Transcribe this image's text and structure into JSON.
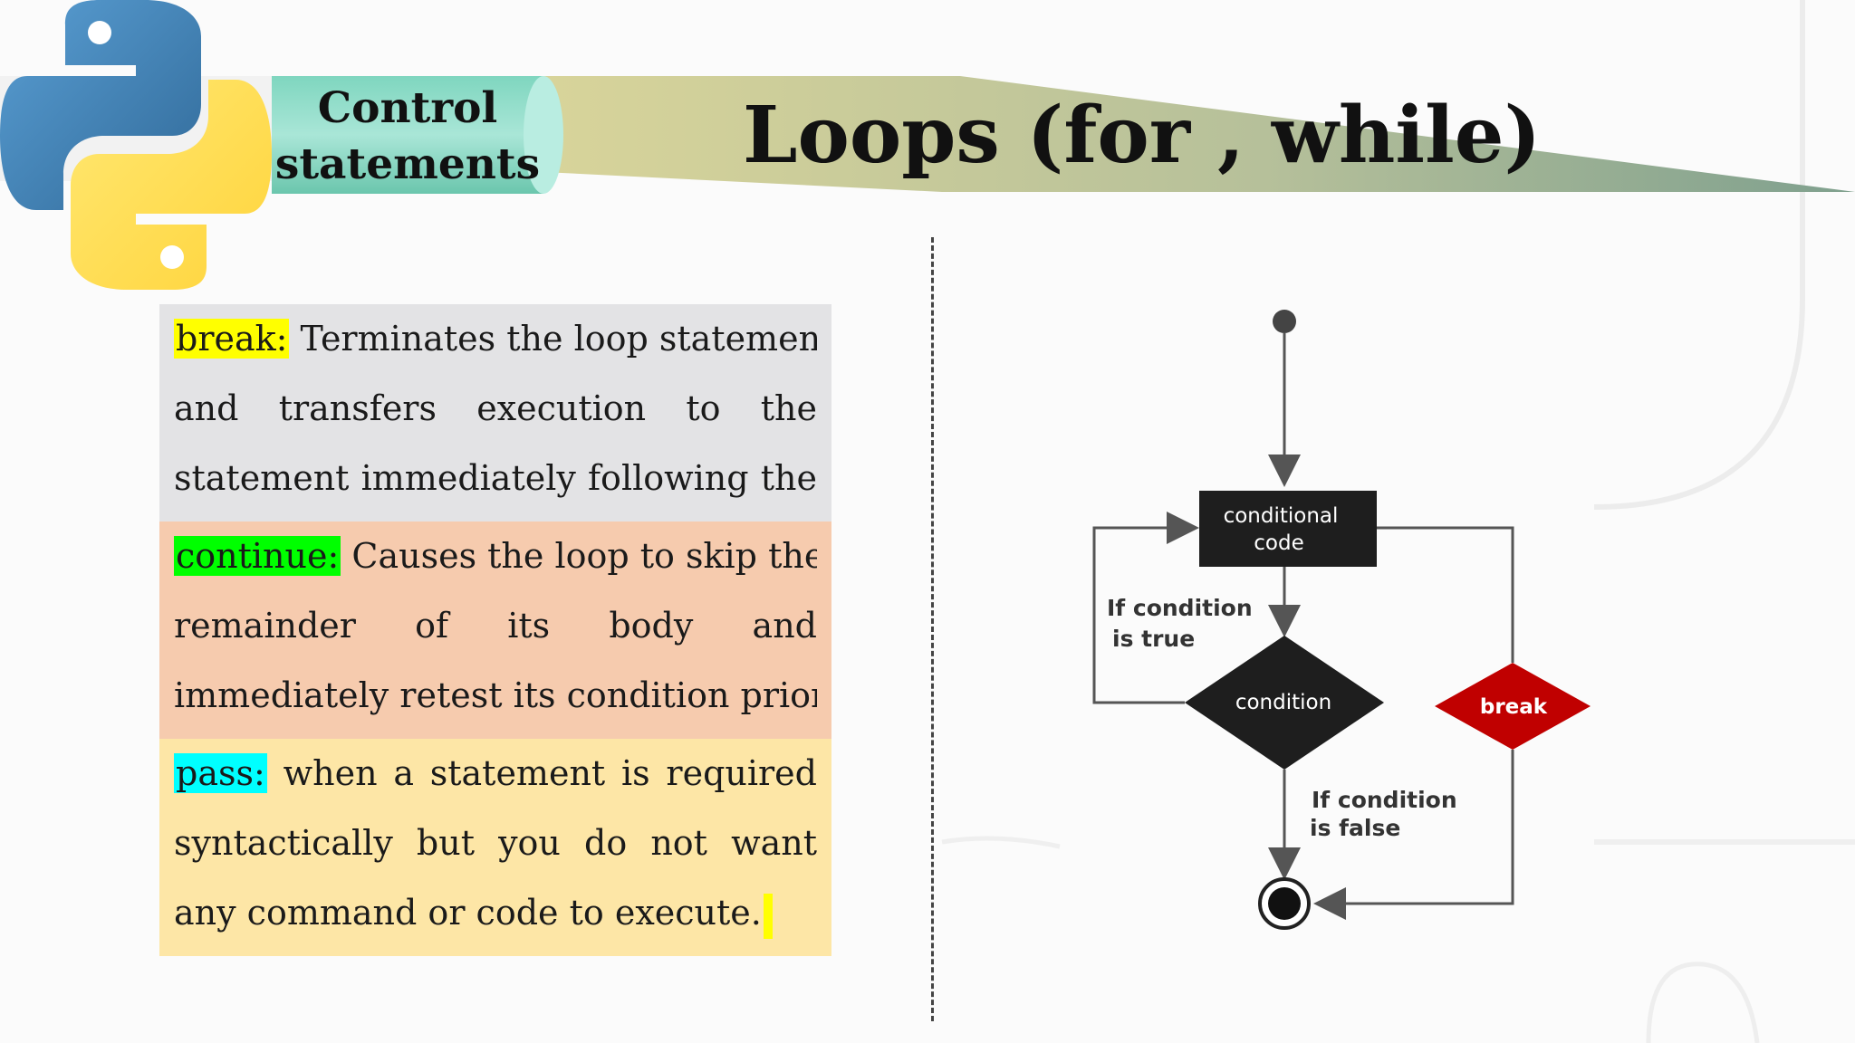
{
  "header": {
    "section_label_line1": "Control",
    "section_label_line2": "statements",
    "title": "Loops (for , while)"
  },
  "logo": {
    "name": "python-logo",
    "colors": {
      "blue": "#3a73a8",
      "yellow": "#f5cd3c"
    }
  },
  "panels": [
    {
      "keyword": "break:",
      "keyword_highlight": "#ffff00",
      "background": "#e3e3e5",
      "lines": [
        " Terminates the loop statement",
        "and transfers execution to the",
        "statement immediately following the"
      ]
    },
    {
      "keyword": "continue:",
      "keyword_highlight": "#00ff00",
      "background": "#f6cbae",
      "lines": [
        " Causes the loop to skip the",
        "remainder of its body and",
        "immediately retest its condition prior"
      ]
    },
    {
      "keyword": "pass:",
      "keyword_highlight": "#00ffff",
      "background": "#fde6a6",
      "lines": [
        " when a statement is required",
        "syntactically but you do not want",
        "any command or code to execute."
      ]
    }
  ],
  "flowchart": {
    "code_box_line1": "conditional",
    "code_box_line2": "code",
    "condition_label": "condition",
    "break_label": "break",
    "true_label_line1": "If condition",
    "true_label_line2": "is true",
    "false_label_line1": "If condition",
    "false_label_line2": "is false",
    "colors": {
      "box": "#1e1e1e",
      "break": "#c00000",
      "lines": "#555555"
    }
  }
}
